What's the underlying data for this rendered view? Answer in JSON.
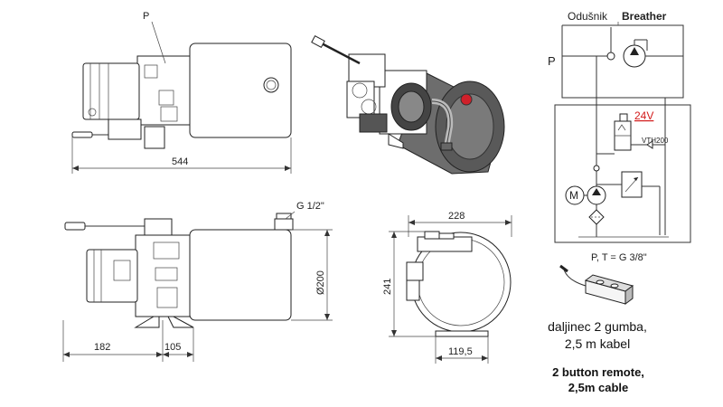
{
  "labels": {
    "port_p_top": "P",
    "dim_length": "544",
    "dim_inlet": "G 1/2\"",
    "dim_182": "182",
    "dim_105": "105",
    "dim_diameter": "Ø200",
    "dim_228": "228",
    "dim_241": "241",
    "dim_119": "119,5",
    "schema_breather_hr": "Odušnik",
    "schema_breather_en": "Breather",
    "schema_p": "P",
    "schema_voltage": "24V",
    "schema_valve": "VTH200",
    "schema_motor": "M",
    "schema_ports": "P, T = G 3/8\"",
    "remote_hr_1": "daljinec 2 gumba,",
    "remote_hr_2": "2,5 m kabel",
    "remote_en_1": "2 button remote,",
    "remote_en_2": "2,5m cable"
  },
  "colors": {
    "line": "#333333",
    "voltage": "#d21a1a",
    "cap_red": "#d0202a",
    "tank_dark": "#4a4a4a"
  }
}
